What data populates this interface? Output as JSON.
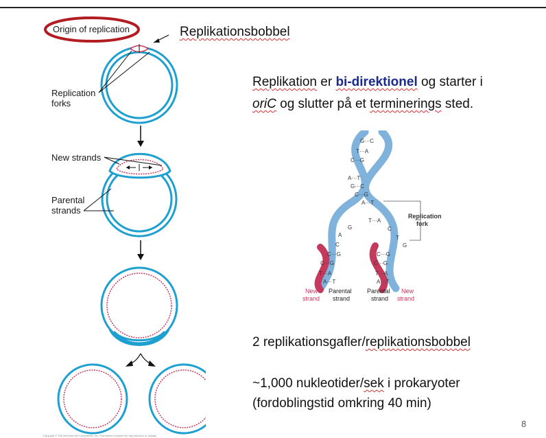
{
  "diagram_labels": {
    "origin": "Origin of replication",
    "bubble_title": "Replikationsbobbel",
    "forks_line1": "Replication",
    "forks_line2": "forks",
    "new_strands": "New strands",
    "parental_line1": "Parental",
    "parental_line2": "strands",
    "copyright": "Copyright © The McGraw-Hill Companies, Inc. Permission required for reproduction or display."
  },
  "text": {
    "para1_part1": "Replikation",
    "para1_part2": " er ",
    "para1_bold": "bi-direktionel",
    "para1_part3": " og starter i",
    "para1_line2_italic": "oriC",
    "para1_line2_part1": " og slutter på et ",
    "para1_line2_underlined": "terminerings",
    "para1_line2_part2": " sted.",
    "line2_part1": "2 replikationsgafler/",
    "line2_underlined": "replikationsbobbel",
    "line3_part1": "~1,000 nukleotider/",
    "line3_underlined": "sek",
    "line3_part2": " i prokaryoter",
    "line4": "(fordoblingstid omkring 40 min)"
  },
  "dna_figure": {
    "base_pairs_top": [
      "G···C",
      "T···A",
      "C···G",
      "A···T",
      "G···C",
      "C···G",
      "A···T"
    ],
    "base_pairs_left": [
      "T···A",
      "C···G",
      "C···G",
      "T···A",
      "A···T"
    ],
    "base_pairs_right": [
      "C···G",
      "C···G",
      "T···A",
      "A···T"
    ],
    "single_bases": [
      "G",
      "A",
      "C",
      "T",
      "C",
      "G"
    ],
    "fork_label_line1": "Replication",
    "fork_label_line2": "fork",
    "bottom_labels": [
      {
        "line1": "New",
        "line2": "strand"
      },
      {
        "line1": "Parental",
        "line2": "strand"
      },
      {
        "line1": "Parental",
        "line2": "strand"
      },
      {
        "line1": "New",
        "line2": "strand"
      }
    ]
  },
  "page_number": "8",
  "colors": {
    "circle_blue": "#1d9fd0",
    "new_strand_red": "#c43a5c",
    "origin_oval": "#b21c23",
    "accent_text": "#1a2a8c",
    "squiggle_underline": "#d62c2c",
    "helix_blue": "#7fb3dc"
  }
}
